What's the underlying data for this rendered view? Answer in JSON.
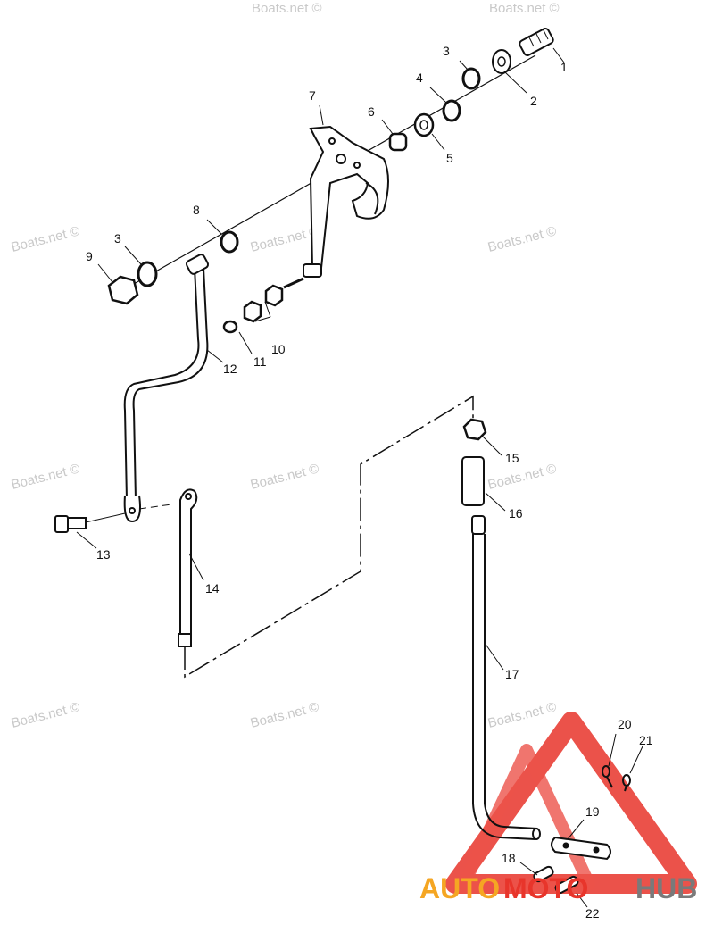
{
  "watermark": "Boats.net ©",
  "callouts": {
    "p1": "1",
    "p2": "2",
    "p3a": "3",
    "p3b": "3",
    "p4": "4",
    "p5": "5",
    "p6": "6",
    "p7": "7",
    "p8": "8",
    "p9": "9",
    "p10": "10",
    "p11": "11",
    "p12": "12",
    "p13": "13",
    "p14": "14",
    "p15": "15",
    "p16": "16",
    "p17": "17",
    "p18": "18",
    "p19": "19",
    "p20": "20",
    "p21": "21",
    "p22": "22"
  },
  "logo": {
    "part1": "AUTO",
    "part2": "MOTO",
    "part3": "HUB",
    "color_orange": "#f5a623",
    "color_red": "#e8352b",
    "color_grey": "#7a7a7a"
  }
}
